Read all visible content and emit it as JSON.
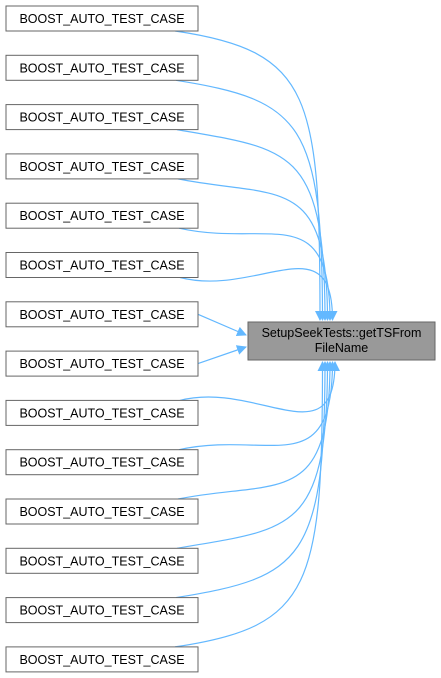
{
  "colors": {
    "edge": "#63b8ff",
    "source_border": "#666666",
    "target_fill": "#999999"
  },
  "target": {
    "line1": "SetupSeekTests::getTSFrom",
    "line2": "FileName"
  },
  "callers": [
    {
      "label": "BOOST_AUTO_TEST_CASE"
    },
    {
      "label": "BOOST_AUTO_TEST_CASE"
    },
    {
      "label": "BOOST_AUTO_TEST_CASE"
    },
    {
      "label": "BOOST_AUTO_TEST_CASE"
    },
    {
      "label": "BOOST_AUTO_TEST_CASE"
    },
    {
      "label": "BOOST_AUTO_TEST_CASE"
    },
    {
      "label": "BOOST_AUTO_TEST_CASE"
    },
    {
      "label": "BOOST_AUTO_TEST_CASE"
    },
    {
      "label": "BOOST_AUTO_TEST_CASE"
    },
    {
      "label": "BOOST_AUTO_TEST_CASE"
    },
    {
      "label": "BOOST_AUTO_TEST_CASE"
    },
    {
      "label": "BOOST_AUTO_TEST_CASE"
    },
    {
      "label": "BOOST_AUTO_TEST_CASE"
    },
    {
      "label": "BOOST_AUTO_TEST_CASE"
    }
  ]
}
